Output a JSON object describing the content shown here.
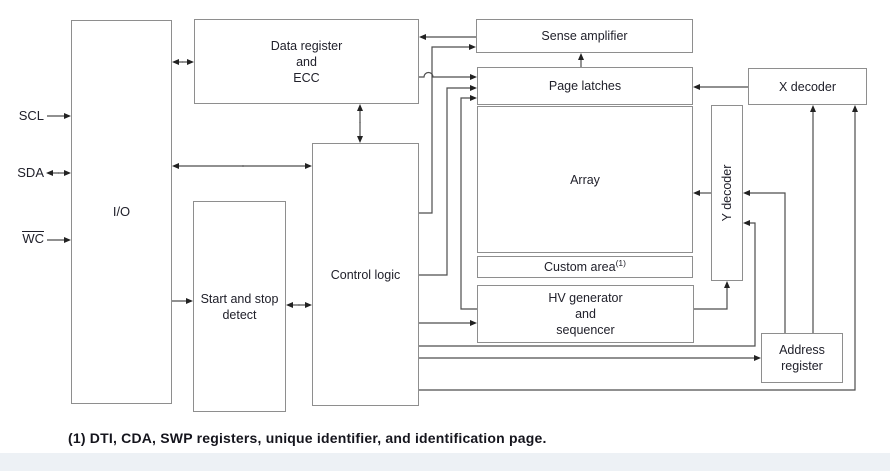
{
  "diagram": {
    "title_hint": "Serial EEPROM block diagram",
    "signals": {
      "scl": "SCL",
      "sda": "SDA",
      "wc": "WC"
    },
    "blocks": {
      "io": "I/O",
      "data_register": "Data register\nand\nECC",
      "sense_amplifier": "Sense amplifier",
      "page_latches": "Page latches",
      "array": "Array",
      "custom_area": "Custom area",
      "custom_area_note_ref": "(1)",
      "hv_generator": "HV generator\nand\nsequencer",
      "x_decoder": "X decoder",
      "y_decoder": "Y decoder",
      "address_register": "Address\nregister",
      "control_logic": "Control logic",
      "start_stop_detect": "Start and stop\ndetect"
    },
    "footnote": "(1) DTI, CDA, SWP registers, unique identifier, and identification page.",
    "colors": {
      "line": "#4d4d4d",
      "arrowhead": "#222222",
      "box_border": "#8e8e8e",
      "text": "#21212b",
      "background": "#ffffff",
      "bottom_band": "#edf1f5"
    }
  }
}
